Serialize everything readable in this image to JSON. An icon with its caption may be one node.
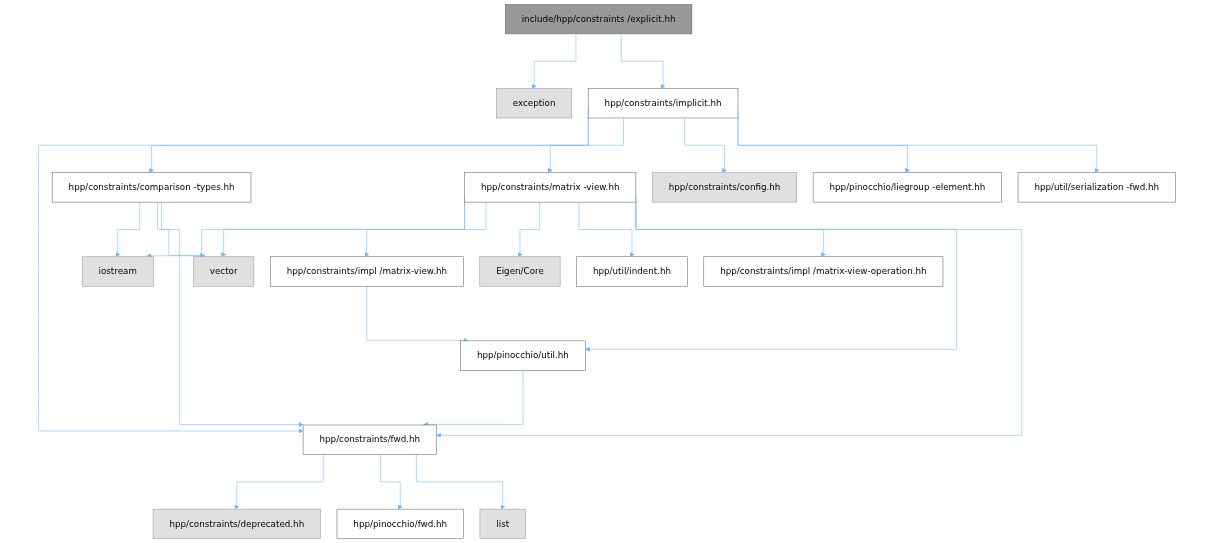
{
  "diagram": {
    "nodes": [
      {
        "text": [
          "include/hpp/constraints /explicit.hh"
        ]
      },
      {
        "text": [
          "exception"
        ]
      },
      {
        "text": [
          "hpp/constraints/implicit.hh"
        ]
      },
      {
        "text": [
          "hpp/constraints/comparison -types.hh"
        ]
      },
      {
        "text": [
          "hpp/constraints/matrix -view.hh"
        ]
      },
      {
        "text": [
          "hpp/constraints/config.hh"
        ]
      },
      {
        "text": [
          "hpp/pinocchio/liegroup -element.hh"
        ]
      },
      {
        "text": [
          "hpp/util/serialization -fwd.hh"
        ]
      },
      {
        "text": [
          "iostream"
        ]
      },
      {
        "text": [
          "vector"
        ]
      },
      {
        "text": [
          "hpp/constraints/impl /matrix-view.hh"
        ]
      },
      {
        "text": [
          "Eigen/Core"
        ]
      },
      {
        "text": [
          "hpp/util/indent.hh"
        ]
      },
      {
        "text": [
          "hpp/constraints/impl /matrix-view-operation.hh"
        ]
      },
      {
        "text": [
          "hpp/pinocchio/util.hh"
        ]
      },
      {
        "text": [
          "hpp/constraints/fwd.hh"
        ]
      },
      {
        "text": [
          "hpp/constraints/deprecated.hh"
        ]
      },
      {
        "text": [
          "hpp/pinocchio/fwd.hh"
        ]
      },
      {
        "text": [
          "list"
        ]
      }
    ],
    "edges": [
      {
        "from": 0,
        "to": 1,
        "arrow": "to"
      },
      {
        "from": 0,
        "to": 2,
        "arrow": "to"
      },
      {
        "from": 2,
        "to": 15,
        "arrow": "to"
      },
      {
        "from": 2,
        "to": 3,
        "arrow": "to"
      },
      {
        "from": 2,
        "to": 4,
        "arrow": "to"
      },
      {
        "from": 2,
        "to": 5,
        "arrow": "to"
      },
      {
        "from": 2,
        "to": 6,
        "arrow": "to"
      },
      {
        "from": 2,
        "to": 7,
        "arrow": "to"
      },
      {
        "from": 3,
        "to": 8,
        "arrow": "to"
      },
      {
        "from": 3,
        "to": 9,
        "arrow": "to"
      },
      {
        "from": 3,
        "to": 15,
        "arrow": "to"
      },
      {
        "from": 4,
        "to": 8,
        "arrow": "to"
      },
      {
        "from": 4,
        "to": 9,
        "arrow": "to"
      },
      {
        "from": 4,
        "to": 10,
        "arrow": "to"
      },
      {
        "from": 4,
        "to": 11,
        "arrow": "to"
      },
      {
        "from": 4,
        "to": 12,
        "arrow": "to"
      },
      {
        "from": 4,
        "to": 13,
        "arrow": "to"
      },
      {
        "from": 4,
        "to": 14,
        "arrow": "to"
      },
      {
        "from": 4,
        "to": 15,
        "arrow": "to"
      },
      {
        "from": 10,
        "to": 14,
        "arrow": "to"
      },
      {
        "from": 14,
        "to": 15,
        "arrow": "to"
      },
      {
        "from": 15,
        "to": 16,
        "arrow": "to"
      },
      {
        "from": 15,
        "to": 17,
        "arrow": "to"
      },
      {
        "from": 15,
        "to": 18,
        "arrow": "to"
      }
    ]
  }
}
